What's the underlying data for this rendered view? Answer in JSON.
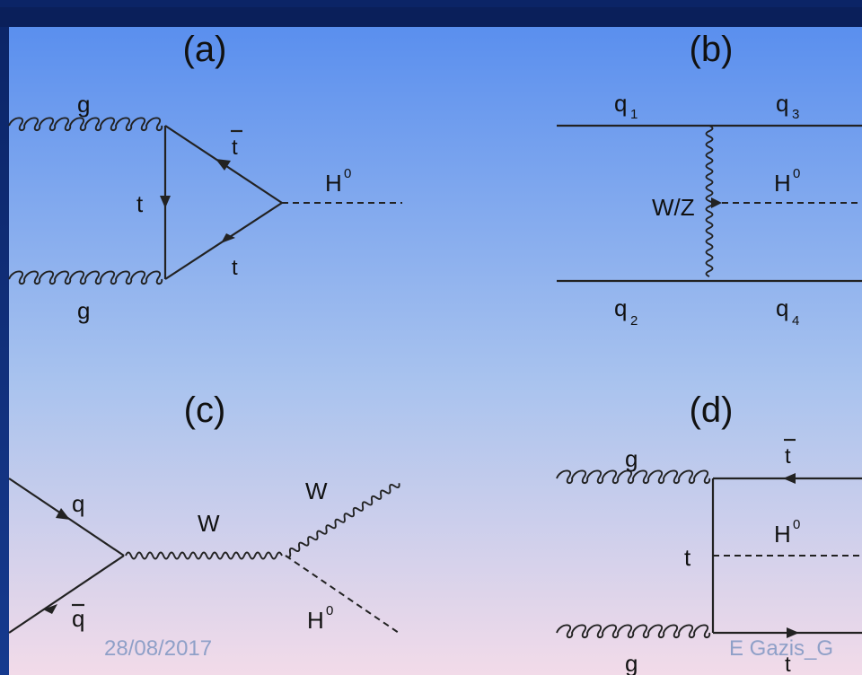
{
  "colors": {
    "frame": "#0d2a78",
    "panel_top": "#5a8fee",
    "panel_mid": "#a9c3ee",
    "panel_bottom": "#f2dbe9",
    "ink": "#222222",
    "footer_text": "#8fa0c8"
  },
  "panels": {
    "a": {
      "label": "(a)",
      "gluon_top": "g",
      "gluon_bottom": "g",
      "quark_t_left": "t",
      "antitop": "t",
      "top": "t",
      "higgs": "H",
      "higgs_sup": "0"
    },
    "b": {
      "label": "(b)",
      "q1": "q",
      "q1_sub": "1",
      "q3": "q",
      "q3_sub": "3",
      "q2": "q",
      "q2_sub": "2",
      "q4": "q",
      "q4_sub": "4",
      "boson": "W/Z",
      "higgs": "H",
      "higgs_sup": "0"
    },
    "c": {
      "label": "(c)",
      "quark_in": "q",
      "antiquark_in": "q",
      "w_virtual": "W",
      "w_out": "W",
      "higgs": "H",
      "higgs_sup": "0"
    },
    "d": {
      "label": "(d)",
      "gluon_top": "g",
      "gluon_bottom": "g",
      "antitop": "t",
      "top_prop": "t",
      "top_out": "t",
      "higgs": "H",
      "higgs_sup": "0"
    }
  },
  "footer": {
    "date": "28/08/2017",
    "author": "E Gazis_G"
  }
}
